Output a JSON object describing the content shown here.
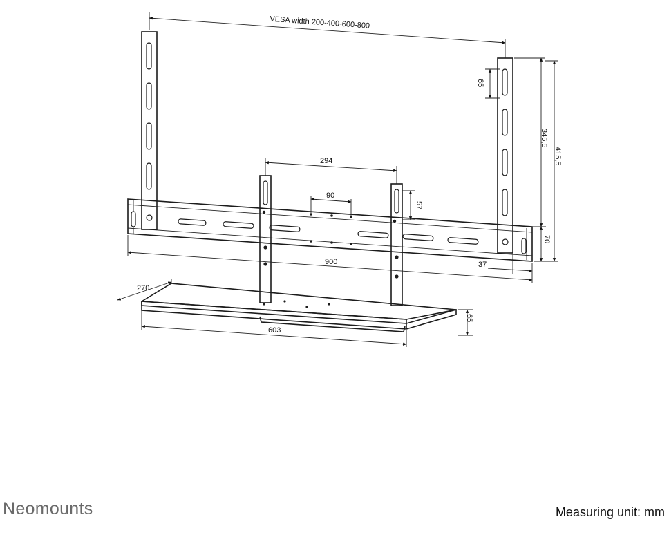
{
  "brand": "Neomounts",
  "unit_note": "Measuring unit: mm",
  "dimensions": {
    "vesa_width": "VESA width 200-400-600-800",
    "d294": "294",
    "d90": "90",
    "d57": "57",
    "d65_top": "65",
    "d345": "345,5",
    "d415": "415,5",
    "d70": "70",
    "d900": "900",
    "d37": "37",
    "d270": "270",
    "d65_shelf": "65",
    "d603": "603"
  }
}
